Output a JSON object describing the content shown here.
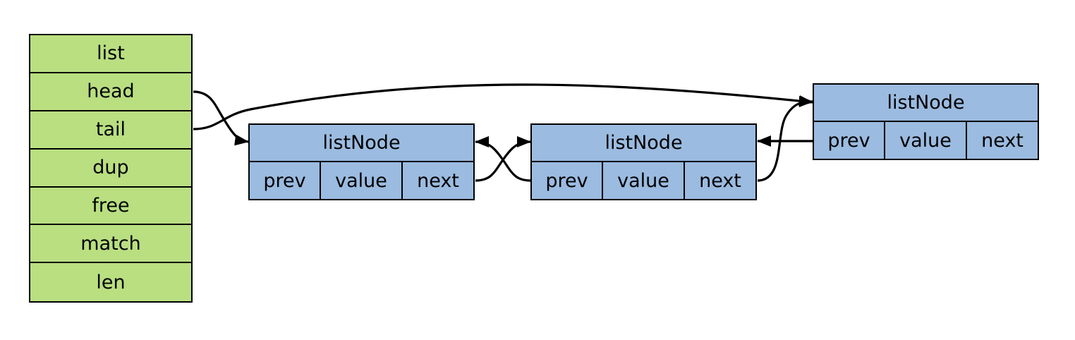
{
  "list": {
    "fields": [
      {
        "key": "title",
        "label": "list"
      },
      {
        "key": "head",
        "label": "head"
      },
      {
        "key": "tail",
        "label": "tail"
      },
      {
        "key": "dup",
        "label": "dup"
      },
      {
        "key": "free",
        "label": "free"
      },
      {
        "key": "match",
        "label": "match"
      },
      {
        "key": "len",
        "label": "len"
      }
    ]
  },
  "nodes": [
    {
      "title": "listNode",
      "prev": "prev",
      "value": "value",
      "next": "next"
    },
    {
      "title": "listNode",
      "prev": "prev",
      "value": "value",
      "next": "next"
    },
    {
      "title": "listNode",
      "prev": "prev",
      "value": "value",
      "next": "next"
    }
  ],
  "colors": {
    "list_fill": "#b9df81",
    "node_fill": "#9bbbe0",
    "stroke": "#000000"
  }
}
